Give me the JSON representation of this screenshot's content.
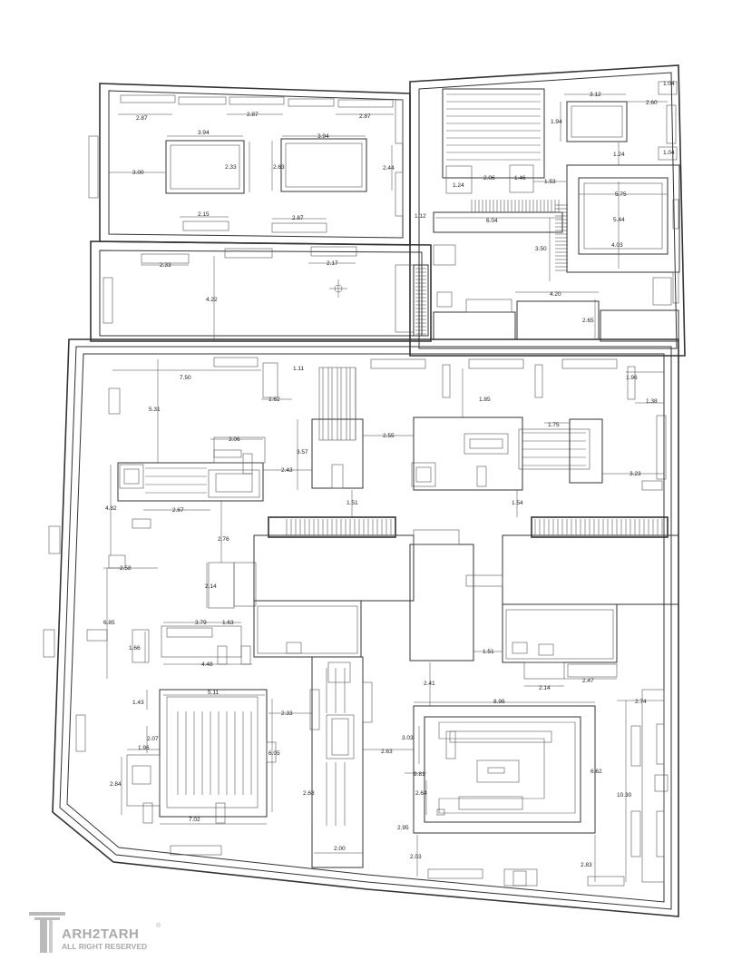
{
  "drawing": {
    "dimensions": [
      "2.87",
      "2.87",
      "2.87",
      "3.94",
      "3.94",
      "3.00",
      "2.33",
      "2.63",
      "2.44",
      "2.15",
      "2.87",
      "1.12",
      "2.33",
      "2.17",
      "4.22",
      "3.12",
      "2.60",
      "1.04",
      "1.94",
      "1.24",
      "1.04",
      "2.06",
      "1.46",
      "1.53",
      "1.24",
      "5.75",
      "5.44",
      "6.04",
      "3.50",
      "4.03",
      "4.20",
      "2.65",
      "7.50",
      "1.11",
      "1.62",
      "1.96",
      "1.38",
      "5.31",
      "1.85",
      "1.75",
      "3.06",
      "3.57",
      "2.55",
      "2.43",
      "3.23",
      "4.82",
      "2.67",
      "1.51",
      "1.54",
      "2.76",
      "2.58",
      "2.14",
      "6.85",
      "3.79",
      "1.63",
      "1.66",
      "4.48",
      "1.51",
      "2.41",
      "2.47",
      "2.14",
      "5.11",
      "2.33",
      "8.96",
      "2.74",
      "1.43",
      "2.07",
      "3.03",
      "6.05",
      "1.96",
      "9.81",
      "6.62",
      "2.84",
      "2.68",
      "2.63",
      "2.64",
      "10.30",
      "7.02",
      "2.95",
      "2.00",
      "2.03",
      "2.83"
    ]
  },
  "logo": {
    "name": "ARH2TARH",
    "mark": "®",
    "tagline": "ALL RIGHT RESERVED"
  },
  "icons": {
    "logo_mark": "pillar-icon",
    "compass": "crosshair-icon"
  }
}
